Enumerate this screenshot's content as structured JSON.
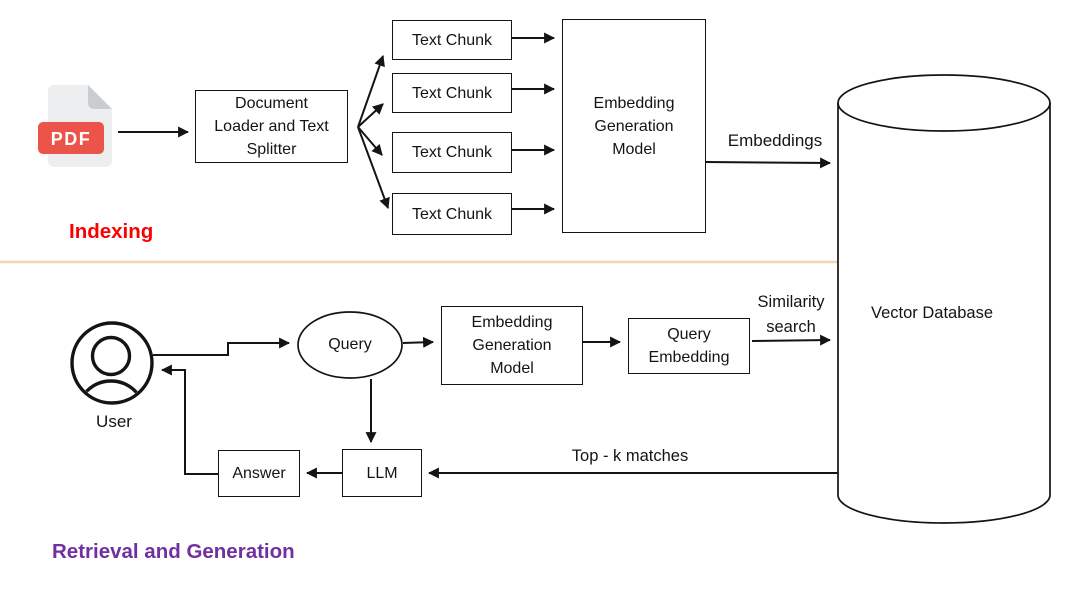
{
  "sections": {
    "indexing": {
      "label": "Indexing",
      "color": "#FA0000"
    },
    "retrieval": {
      "label": "Retrieval and Generation",
      "color": "#7030A0"
    }
  },
  "pdf_icon": {
    "label": "PDF",
    "badge_color": "#ED5449"
  },
  "boxes": {
    "doc_loader": {
      "lines": [
        "Document",
        "Loader and Text",
        "Splitter"
      ]
    },
    "text_chunks": [
      "Text Chunk",
      "Text Chunk",
      "Text Chunk",
      "Text Chunk"
    ],
    "embedding_model_top": {
      "lines": [
        "Embedding",
        "Generation",
        "Model"
      ]
    },
    "embedding_model_bottom": {
      "lines": [
        "Embedding",
        "Generation",
        "Model"
      ]
    },
    "query": {
      "label": "Query"
    },
    "query_embedding": {
      "lines": [
        "Query",
        "Embedding"
      ]
    },
    "llm": {
      "label": "LLM"
    },
    "answer": {
      "label": "Answer"
    },
    "vector_db": {
      "label": "Vector Database"
    },
    "user": {
      "label": "User"
    }
  },
  "edge_labels": {
    "embeddings": "Embeddings",
    "similarity_line1": "Similarity",
    "similarity_line2": "search",
    "top_k": "Top - k matches"
  },
  "colors": {
    "divider": "#F7D2B2",
    "line": "#141414"
  }
}
